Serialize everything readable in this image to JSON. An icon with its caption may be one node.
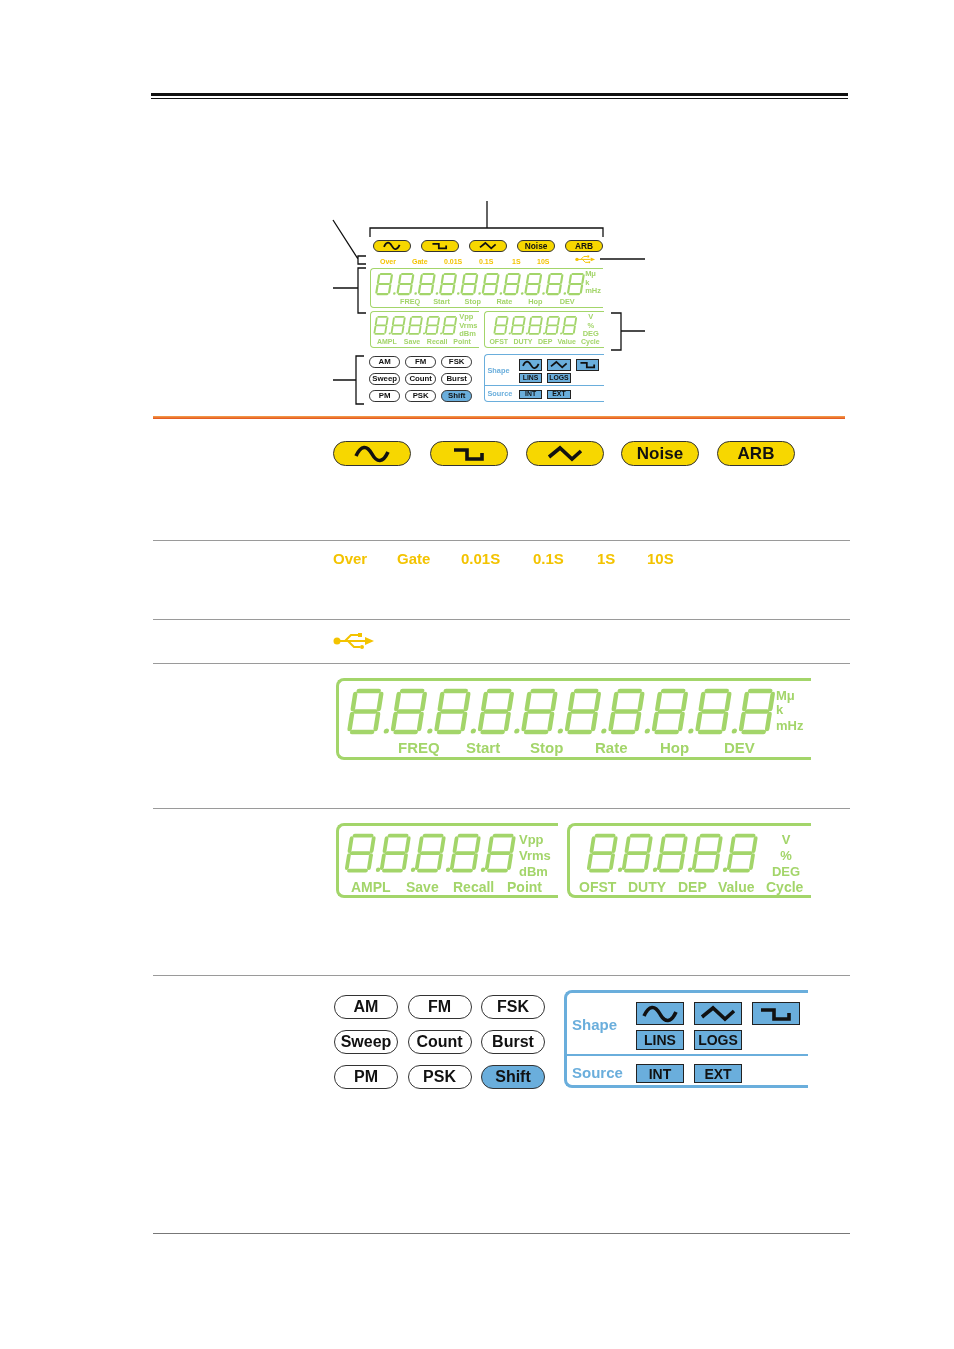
{
  "diagram": {
    "nodes": [
      {
        "text": [],
        "shape": "box"
      },
      {
        "text": [],
        "shape": "box"
      },
      {
        "text": [],
        "shape": "box"
      },
      {
        "text": [
          "Noise"
        ]
      },
      {
        "text": [
          "ARB"
        ]
      },
      {
        "text": [
          "Mμ",
          "k",
          "mHz",
          "FREQ",
          "Start",
          "Stop",
          "Rate",
          "Hop",
          "DEV"
        ]
      },
      {
        "text": [
          "Vpp",
          "Vrms",
          "dBm",
          "AMPL",
          "Save",
          "Recall",
          "Point"
        ]
      },
      {
        "text": [
          "V",
          "%",
          "DEG",
          "OFST",
          "DUTY",
          "DEP",
          "Value",
          "Cycle"
        ]
      },
      {
        "text": [
          "AM"
        ]
      },
      {
        "text": [
          "FM"
        ]
      },
      {
        "text": [
          "FSK"
        ]
      },
      {
        "text": [
          "Sweep"
        ]
      },
      {
        "text": [
          "Count"
        ]
      },
      {
        "text": [
          "Burst"
        ]
      },
      {
        "text": [
          "PM"
        ]
      },
      {
        "text": [
          "PSK"
        ]
      },
      {
        "text": [
          "Shift"
        ]
      },
      {
        "text": [
          "Shape",
          "Source"
        ]
      },
      {
        "text": [],
        "shape": "box",
        "in": 17
      },
      {
        "text": [],
        "shape": "box",
        "in": 17
      },
      {
        "text": [],
        "shape": "box",
        "in": 17
      },
      {
        "text": [
          "LINS"
        ],
        "in": 17
      },
      {
        "text": [
          "LOGS"
        ],
        "in": 17
      },
      {
        "text": [
          "INT"
        ],
        "in": 17
      },
      {
        "text": [
          "EXT"
        ],
        "in": 17
      },
      {
        "text": [],
        "shape": "box"
      },
      {
        "text": [],
        "shape": "box"
      },
      {
        "text": [],
        "shape": "box"
      },
      {
        "text": [
          "Noise"
        ]
      },
      {
        "text": [
          "ARB"
        ]
      },
      {
        "text": [
          "Mμ",
          "k",
          "mHz",
          "FREQ",
          "Start",
          "Stop",
          "Rate",
          "Hop",
          "DEV"
        ]
      },
      {
        "text": [
          "Vpp",
          "Vrms",
          "dBm",
          "AMPL",
          "Save",
          "Recall",
          "Point"
        ]
      },
      {
        "text": [
          "V",
          "%",
          "DEG",
          "OFST",
          "DUTY",
          "DEP",
          "Value",
          "Cycle"
        ]
      },
      {
        "text": [
          "AM"
        ]
      },
      {
        "text": [
          "FM"
        ]
      },
      {
        "text": [
          "FSK"
        ]
      },
      {
        "text": [
          "Sweep"
        ]
      },
      {
        "text": [
          "Count"
        ]
      },
      {
        "text": [
          "Burst"
        ]
      },
      {
        "text": [
          "PM"
        ]
      },
      {
        "text": [
          "PSK"
        ]
      },
      {
        "text": [
          "Shift"
        ]
      },
      {
        "text": [
          "Shape",
          "Source"
        ]
      },
      {
        "text": [],
        "shape": "box",
        "in": 42
      },
      {
        "text": [],
        "shape": "box",
        "in": 42
      },
      {
        "text": [],
        "shape": "box",
        "in": 42
      },
      {
        "text": [
          "LINS"
        ],
        "in": 42
      },
      {
        "text": [
          "LOGS"
        ],
        "in": 42
      },
      {
        "text": [
          "INT"
        ],
        "in": 42
      },
      {
        "text": [
          "EXT"
        ],
        "in": 42
      }
    ],
    "labels": [
      "Over",
      "Gate",
      "0.01S",
      "0.1S",
      "1S",
      "10S",
      "Over",
      "Gate",
      "0.01S",
      "0.1S",
      "1S",
      "10S"
    ]
  }
}
